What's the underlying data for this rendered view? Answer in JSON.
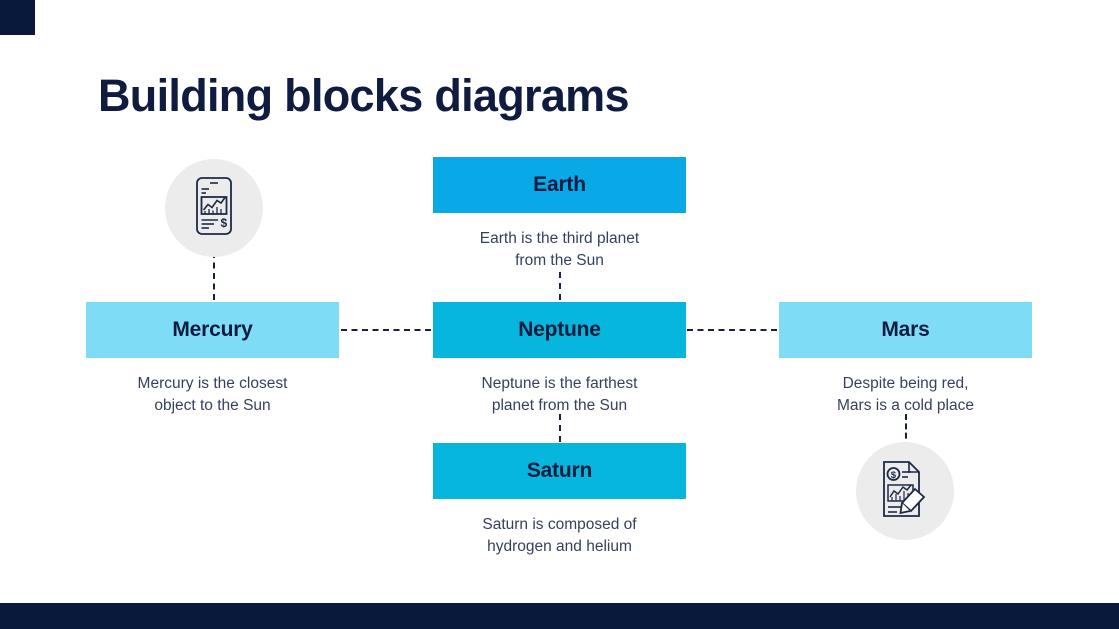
{
  "slide": {
    "title": "Building blocks diagrams",
    "background_color": "#ffffff",
    "accent_dark": "#08193c",
    "corner_block_name": "corner-accent-block",
    "footer_bar_name": "footer-accent-bar"
  },
  "colors": {
    "box_light": "#7fdcf7",
    "box_bright": "#09a8e6",
    "box_cyan": "#06b6dd",
    "title_text": "#101c3f",
    "body_text": "#36415c",
    "connector": "#16223f",
    "circle_bg": "#ececec",
    "icon_stroke": "#1d2a46"
  },
  "nodes": [
    {
      "id": "mercury",
      "title": "Mercury",
      "description": "Mercury is the closest\nobject to the Sun",
      "color": "#7fdcf7"
    },
    {
      "id": "earth",
      "title": "Earth",
      "description": "Earth is the third planet\nfrom the Sun",
      "color": "#09a8e6"
    },
    {
      "id": "neptune",
      "title": "Neptune",
      "description": "Neptune is the farthest\nplanet from the Sun",
      "color": "#06b6dd"
    },
    {
      "id": "saturn",
      "title": "Saturn",
      "description": "Saturn is composed of\nhydrogen and helium",
      "color": "#06b6dd"
    },
    {
      "id": "mars",
      "title": "Mars",
      "description": "Despite being red,\nMars is a cold place",
      "color": "#7fdcf7"
    }
  ],
  "icons": [
    {
      "id": "top",
      "name": "mobile-finance-chart-icon",
      "description": "smartphone showing line chart and dollar sign"
    },
    {
      "id": "bottom",
      "name": "financial-report-document-icon",
      "description": "document with dollar coin, chart and pen"
    }
  ],
  "connectors": [
    {
      "name": "connector-mercury-neptune",
      "orientation": "horizontal"
    },
    {
      "name": "connector-neptune-mars",
      "orientation": "horizontal"
    },
    {
      "name": "connector-icon-mercury",
      "orientation": "vertical"
    },
    {
      "name": "connector-earth-neptune",
      "orientation": "vertical"
    },
    {
      "name": "connector-neptune-saturn",
      "orientation": "vertical"
    },
    {
      "name": "connector-mars-icon",
      "orientation": "vertical"
    }
  ]
}
